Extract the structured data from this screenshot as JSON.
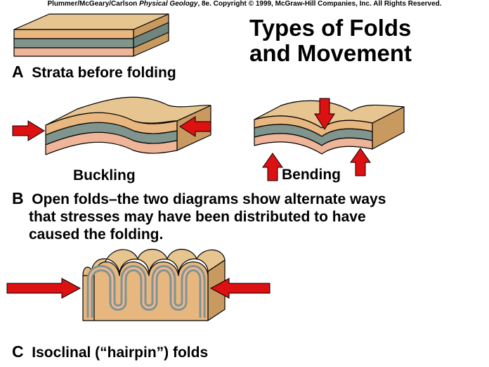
{
  "copyright": {
    "pre": "Plummer/McGeary/Carlson",
    "book": "Physical Geology",
    "post": ", 8e.  Copyright © 1999, McGraw-Hill Companies, Inc. All Rights Reserved."
  },
  "title": {
    "line1": "Types of Folds",
    "line2": "and Movement"
  },
  "panel_a": {
    "letter": "A",
    "caption": "Strata before folding"
  },
  "panel_b": {
    "letter": "B",
    "caption_line1": "Open folds–the two diagrams show alternate ways",
    "caption_line2": "that stresses may have been distributed to have",
    "caption_line3": "caused the folding.",
    "buckling_label": "Buckling",
    "bending_label": "Bending"
  },
  "panel_c": {
    "letter": "C",
    "caption": "Isoclinal (“hairpin”) folds"
  },
  "colors": {
    "top_tan": "#e6c590",
    "tan_layer": "#e8b780",
    "side_tan": "#c99a60",
    "gray_layer": "#7f958d",
    "salmon_layer": "#eeb599",
    "arrow_red": "#dd1111"
  }
}
